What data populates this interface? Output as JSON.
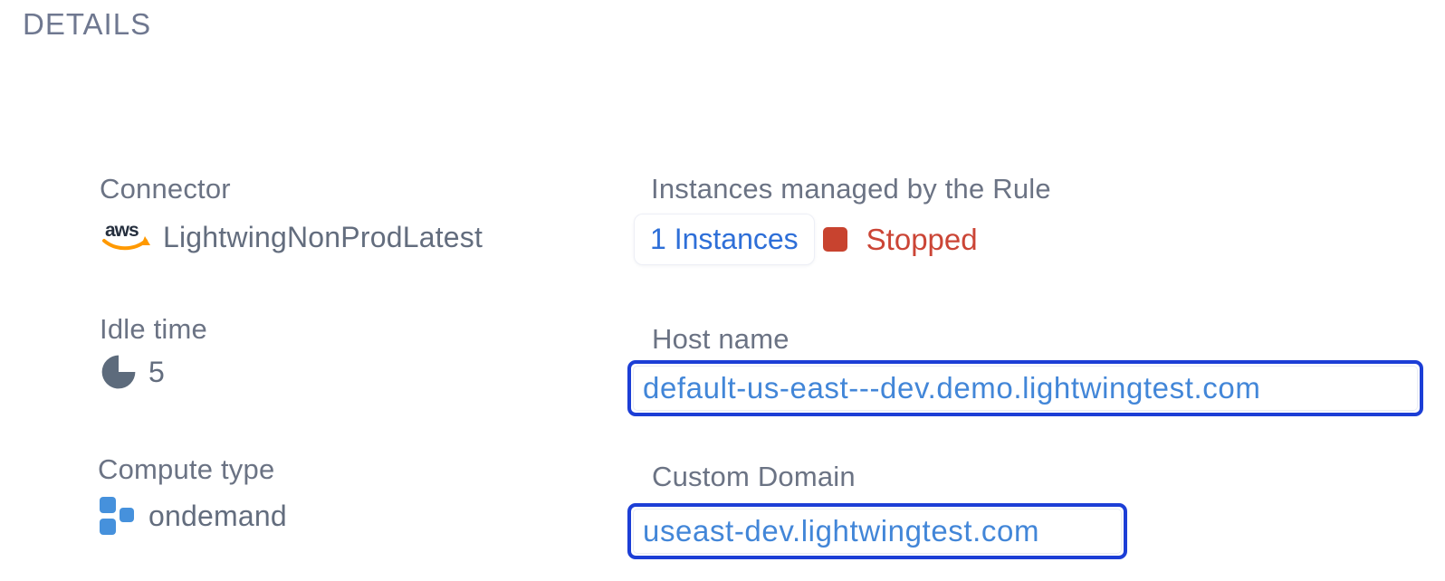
{
  "section": {
    "title": "DETAILS"
  },
  "fields": {
    "connector": {
      "label": "Connector",
      "value": "LightwingNonProdLatest",
      "icon": "aws-logo"
    },
    "idle_time": {
      "label": "Idle time",
      "value": "5",
      "icon": "pie-quarter"
    },
    "compute_type": {
      "label": "Compute type",
      "value": "ondemand",
      "icon": "compute-squares"
    },
    "instances": {
      "label": "Instances managed by the Rule",
      "count_link": "1 Instances",
      "status": "Stopped",
      "status_icon": "red-square-swatch"
    },
    "host_name": {
      "label": "Host name",
      "value": "default-us-east---dev.demo.lightwingtest.com"
    },
    "custom_domain": {
      "label": "Custom Domain",
      "value": "useast-dev.lightwingtest.com"
    }
  },
  "colors": {
    "label_gray": "#6b7384",
    "value_gray": "#636d7e",
    "title_gray": "#6f7890",
    "link_blue": "#2e6fd8",
    "domain_text_blue": "#4286d8",
    "focus_border_blue": "#1c3ed6",
    "status_red": "#c8432f",
    "aws_navy": "#252f3e",
    "aws_orange": "#ff9900",
    "pie_icon_slate": "#5d6b7c",
    "compute_icon_blue": "#4691dc"
  }
}
